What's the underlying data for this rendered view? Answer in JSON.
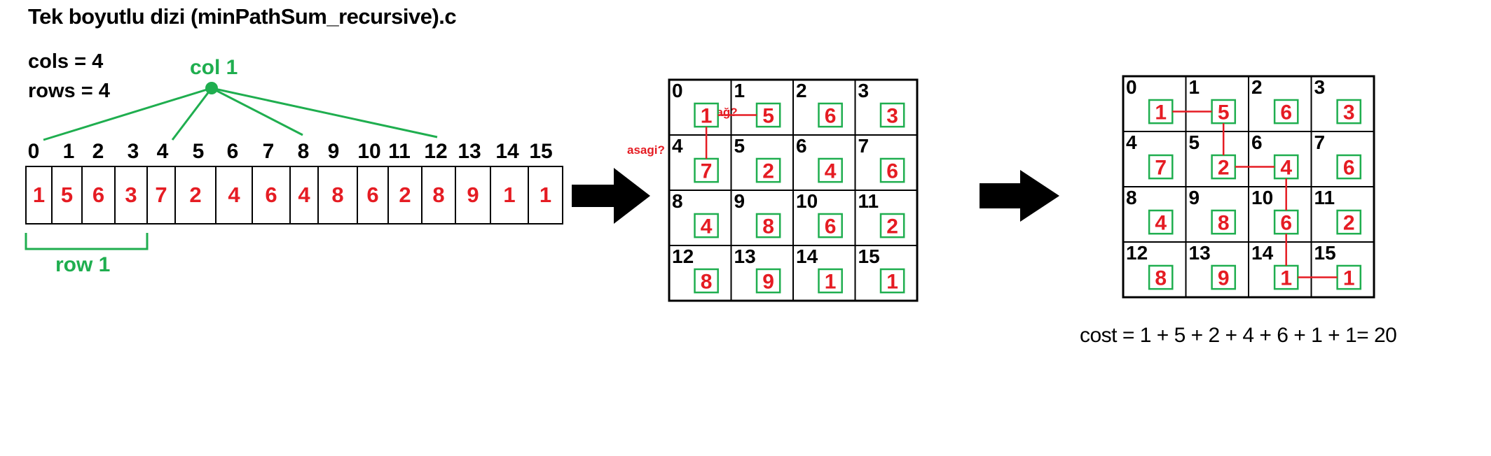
{
  "title": "Tek boyutlu dizi (minPathSum_recursive).c",
  "info": {
    "cols": "cols = 4",
    "rows": "rows = 4"
  },
  "labels": {
    "col": "col 1",
    "row": "row 1",
    "right": "sağ?",
    "down": "asagi?"
  },
  "array": {
    "indices": [
      "0",
      "1",
      "2",
      "3",
      "4",
      "5",
      "6",
      "7",
      "8",
      "9",
      "10",
      "11",
      "12",
      "13",
      "14",
      "15"
    ],
    "values": [
      "1",
      "5",
      "6",
      "3",
      "7",
      "2",
      "4",
      "6",
      "4",
      "8",
      "6",
      "2",
      "8",
      "9",
      "1",
      "1"
    ]
  },
  "grid": {
    "indices": [
      "0",
      "1",
      "2",
      "3",
      "4",
      "5",
      "6",
      "7",
      "8",
      "9",
      "10",
      "11",
      "12",
      "13",
      "14",
      "15"
    ],
    "values": [
      "1",
      "5",
      "6",
      "3",
      "7",
      "2",
      "4",
      "6",
      "4",
      "8",
      "6",
      "2",
      "8",
      "9",
      "1",
      "1"
    ]
  },
  "path": [
    0,
    1,
    5,
    6,
    10,
    14,
    15
  ],
  "cost": "cost = 1 + 5 + 2 + 4 + 6 + 1 + 1= 20",
  "colors": {
    "green": "#1fae4f",
    "red": "#e51c23",
    "black": "#000000"
  }
}
